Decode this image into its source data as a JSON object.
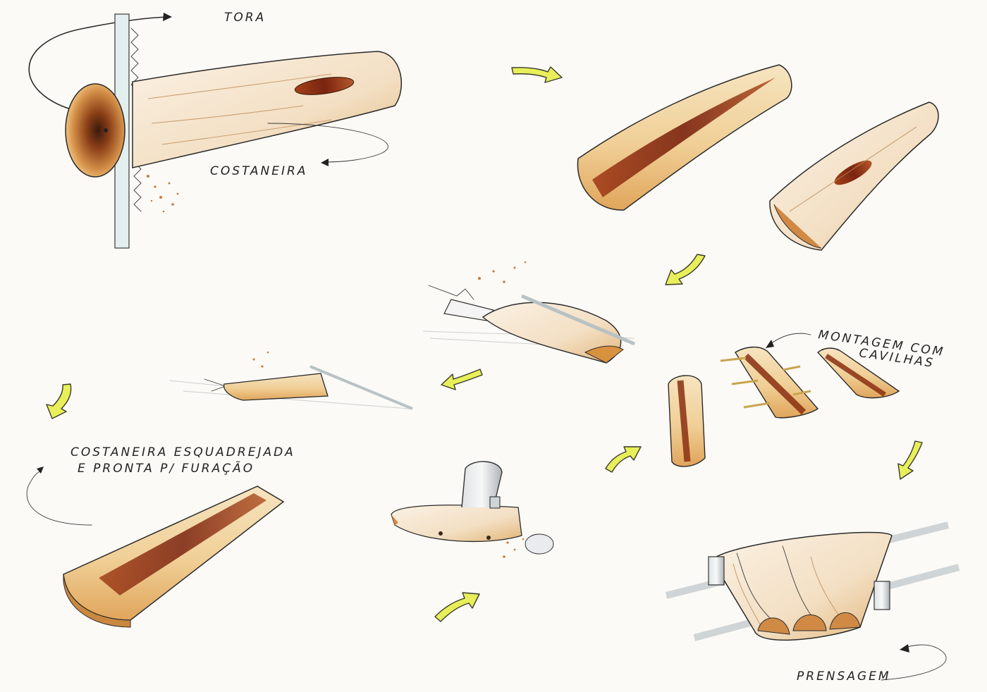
{
  "labels": {
    "tora": "Tora",
    "costaneira": "Costaneira",
    "montagem_line1": "Montagem com",
    "montagem_line2": "cavilhas",
    "esquadrejada_line1": "Costaneira esquadrejada",
    "esquadrejada_line2": "e pronta p/ furação",
    "prensagem": "Prensagem"
  },
  "colors": {
    "wood_light": "#f3d9a8",
    "wood_mid": "#e4ad62",
    "heartwood": "#8a2f12",
    "arrow_fill": "#e8ef5a",
    "saw_guide": "#cfe6e6"
  },
  "icons": {
    "flow_arrow": "curved-yellow-arrow",
    "pointer_arrow": "curved-ink-arrow"
  }
}
